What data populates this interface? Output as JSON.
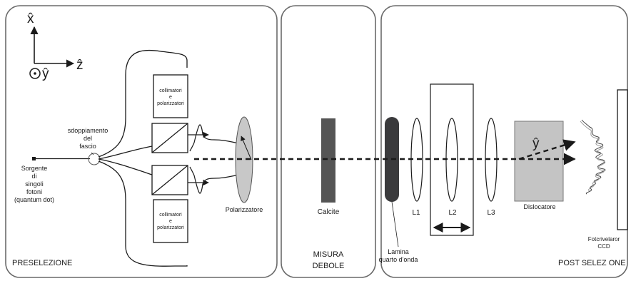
{
  "panels": {
    "preselection": "PRESELEZIONE",
    "weak_measurement": [
      "MISURA",
      "DEBOLE"
    ],
    "postselection": "POST SELEZ ONE"
  },
  "axes": {
    "x": "x̂",
    "z": "ẑ",
    "y": "ŷ"
  },
  "labels": {
    "source": [
      "Sorgente",
      "di",
      "singoli",
      "fotoni",
      "(quantum dot)"
    ],
    "beam_split": [
      "sdoppiamento",
      "del",
      "fascio"
    ],
    "collimator_top": [
      "collimatori",
      "e",
      "polarizzatori"
    ],
    "collimator_bottom": [
      "collimatori",
      "e",
      "polarizzatori"
    ],
    "polarizer": "Polarizzatore",
    "calcite": "Calcite",
    "quarter_wave": [
      "Lamina",
      "quarto d'onda"
    ],
    "lens1": "L1",
    "lens2": "L2",
    "lens3": "L3",
    "displacer": "Dislocatore",
    "displacer_axis": "ŷ",
    "detector": [
      "Fotcrivelaror",
      "CCD"
    ]
  },
  "colors": {
    "panel_border": "#6a6a6a",
    "calcite": "#555555",
    "waveplate": "#3a3a3c",
    "polarizer": "#c8c8c8",
    "displacer": "#c4c4c4"
  }
}
